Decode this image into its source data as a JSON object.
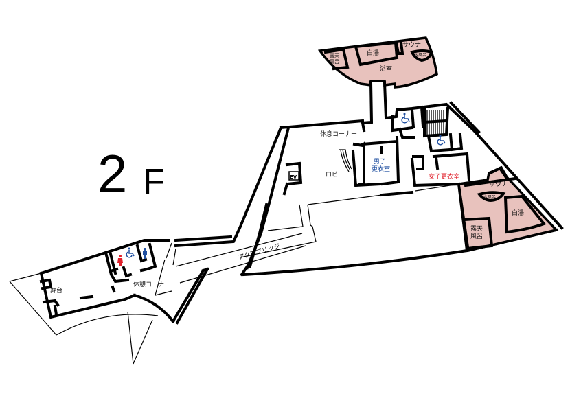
{
  "floor": {
    "number": "2",
    "suffix": "F"
  },
  "rooms": {
    "bath_top": {
      "outdoor_bath": "露天\n風呂",
      "outdoor_bath_line1": "露天",
      "outdoor_bath_line2": "風呂",
      "white_bath": "白湯",
      "sauna": "サウナ",
      "cold_bath": "水風呂",
      "bathroom": "浴室"
    },
    "bath_right": {
      "sauna": "サウナ",
      "cold_bath": "水風呂",
      "white_bath": "白湯",
      "outdoor_bath_line1": "露天",
      "outdoor_bath_line2": "風呂"
    },
    "rest_corner_upper": "休息コーナー",
    "lobby": "ロビー",
    "elevator": "EV",
    "mens_locker_line1": "男子",
    "mens_locker_line2": "更衣室",
    "womens_locker": "女子更衣室",
    "aqua_bridge": "アクアブリッジ",
    "rest_corner_lower": "休憩コーナー",
    "stage": "舞台"
  },
  "icons": {
    "accessible_toilet_upper": "wheelchair-icon",
    "accessible_toilet_lower": "wheelchair-icon",
    "accessible_toilet_left": "wheelchair-icon",
    "womens_toilet": "female-icon",
    "mens_toilet": "male-icon"
  },
  "colors": {
    "bath_fill": "#e8c2bd",
    "mens_label": "#1f4fa0",
    "womens_label": "#e0202b",
    "accessible_icon": "#1f4fa0",
    "female_icon": "#e0202b",
    "male_icon": "#1f4fa0"
  }
}
